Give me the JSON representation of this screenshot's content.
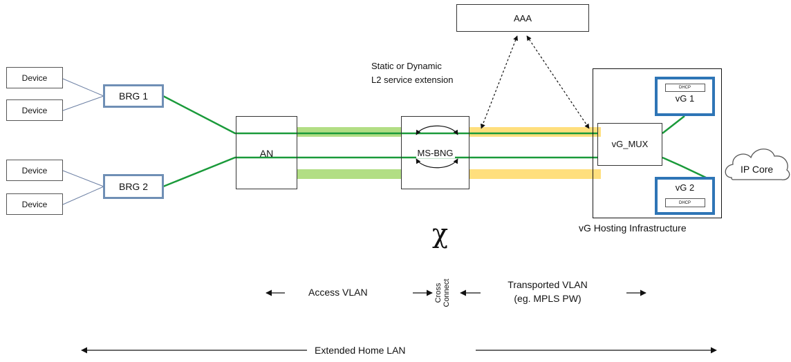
{
  "devices": [
    "Device",
    "Device",
    "Device",
    "Device"
  ],
  "brg": [
    "BRG 1",
    "BRG 2"
  ],
  "an_label": "AN",
  "msbng_label": "MS-BNG",
  "aaa_label": "AAA",
  "vgmux_label": "vG_MUX",
  "vg1": {
    "label": "vG 1",
    "dhcp": "DHCP"
  },
  "vg2": {
    "label": "vG 2",
    "dhcp": "DHCP"
  },
  "ip_core_label": "IP Core",
  "l2_extension_label": [
    "Static or Dynamic",
    "L2 service extension"
  ],
  "chi_symbol": "χ",
  "hosting_label": "vG Hosting Infrastructure",
  "access_vlan_label": "Access VLAN",
  "cross_connect_label": [
    "Cross",
    "Connect"
  ],
  "transported_vlan_label": [
    "Transported VLAN",
    "(eg. MPLS PW)"
  ],
  "extended_lan_label": "Extended Home LAN",
  "colors": {
    "green_line": "#1a9a3a",
    "green_band": "#92d050",
    "yellow_band": "#ffd966",
    "box_blue": "#2e75b6",
    "brg_border": "#6f8fb5"
  }
}
